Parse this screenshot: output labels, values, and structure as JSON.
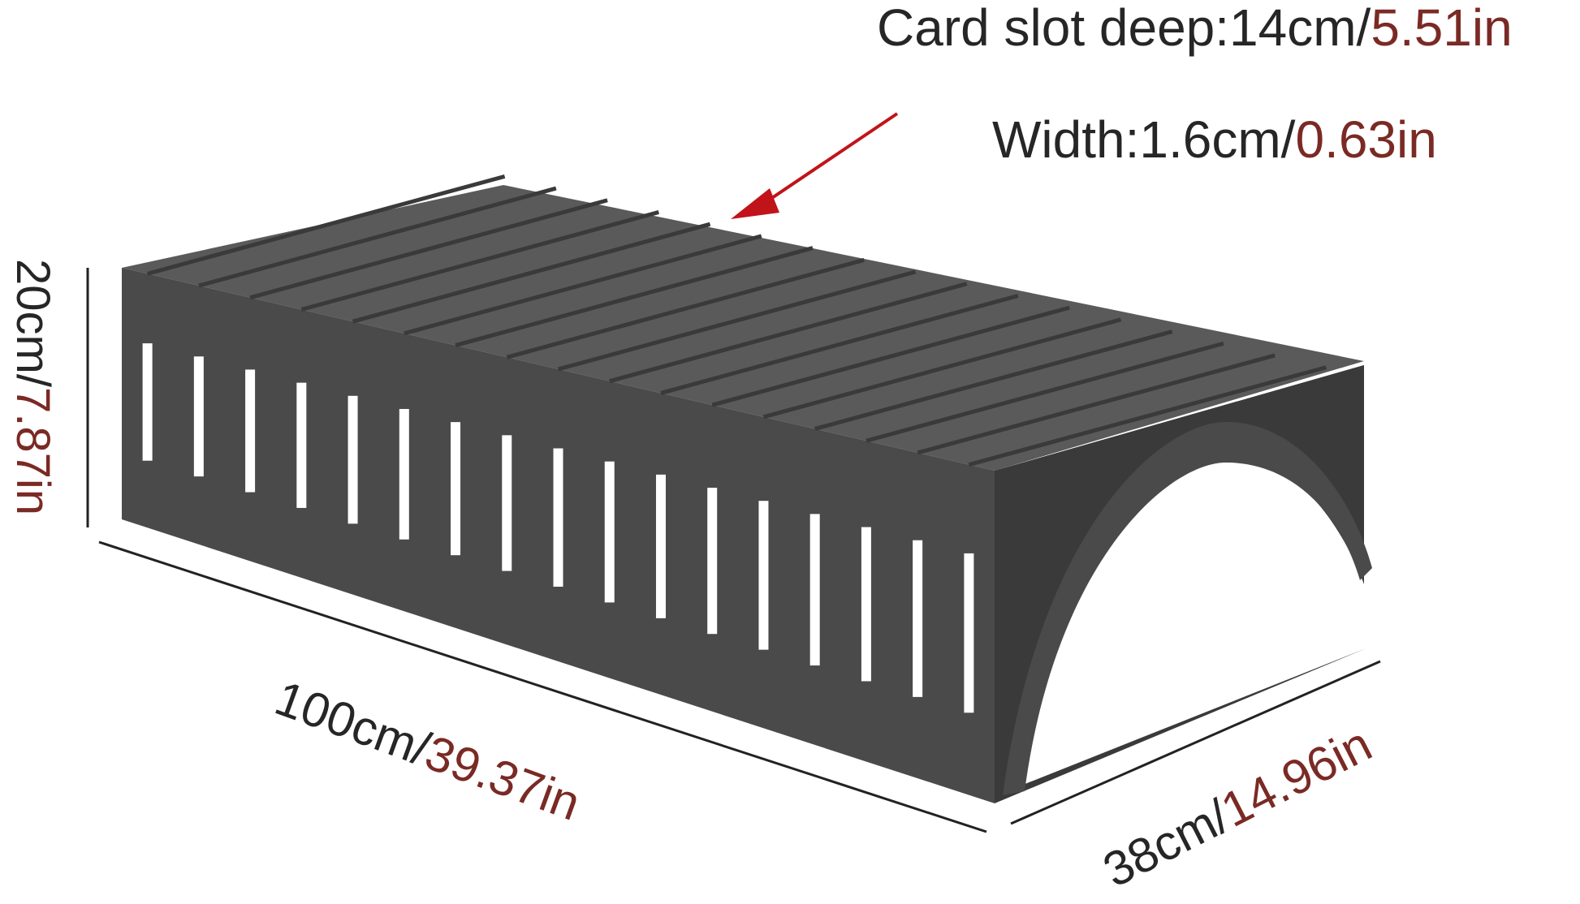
{
  "dimensions": {
    "slot_depth": {
      "label": "Card slot deep:",
      "metric": "14cm/",
      "imperial": "5.51in"
    },
    "slot_width": {
      "label": "Width:",
      "metric": "1.6cm/",
      "imperial": "0.63in"
    },
    "height": {
      "metric": "20cm/",
      "imperial": "7.87in"
    },
    "length": {
      "metric": "100cm/",
      "imperial": "39.37in"
    },
    "depth": {
      "metric": "38cm/",
      "imperial": "14.96in"
    }
  },
  "colors": {
    "product": "#4a4a4a",
    "product_dark": "#333333",
    "product_light": "#5c5c5c",
    "arrow": "#c0141a",
    "imperial_text": "#7a2a24",
    "text": "#262626"
  },
  "icons": [
    "red-arrow-pointer"
  ]
}
